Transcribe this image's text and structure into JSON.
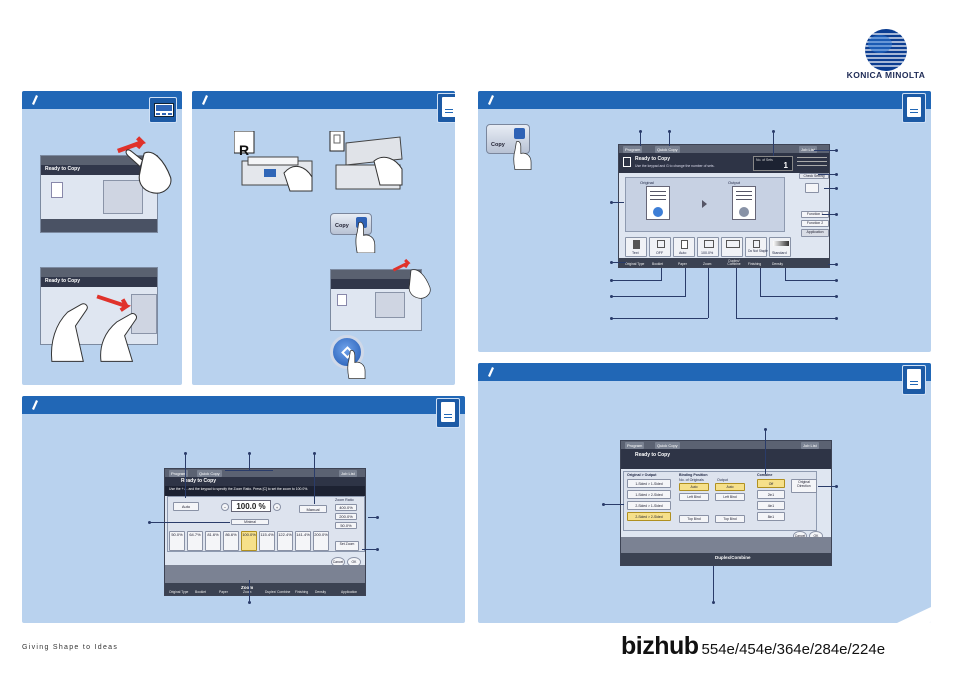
{
  "brand": {
    "company": "KONICA MINOLTA",
    "slogan": "Giving Shape to Ideas",
    "model_brand": "bizhub",
    "model_numbers": "554e/454e/364e/284e/224e"
  },
  "colors": {
    "panel_bg": "#b9d2ee",
    "panel_header": "#2167b6",
    "accent_yellow": "#f6e08a"
  },
  "panels": [
    {
      "id": "panel-1",
      "icon": "pencil-icon",
      "badge_icon": "keyboard-panel-icon"
    },
    {
      "id": "panel-2",
      "icon": "pencil-icon",
      "badge_icon": "document-icon"
    },
    {
      "id": "panel-3",
      "icon": "pencil-icon",
      "badge_icon": "document-icon"
    },
    {
      "id": "panel-4",
      "icon": "pencil-icon",
      "badge_icon": "document-icon"
    },
    {
      "id": "panel-5",
      "icon": "pencil-icon",
      "badge_icon": "document-icon"
    }
  ],
  "hardware": {
    "original_marker": "R",
    "copy_button": "Copy"
  },
  "main_screen": {
    "tabs": [
      "Program",
      "Quick Copy",
      "Job List"
    ],
    "title": "Ready to Copy",
    "subtitle": "Use the keypad and G to change the number of sets.",
    "num_sets_label": "No. of Sets",
    "num_sets": "1",
    "check_setting": "Check Setting",
    "original_label": "Original",
    "output_label": "Output",
    "function_1": "Function 1",
    "function_2": "Function 2",
    "application": "Application",
    "buttons": [
      {
        "top": "Text",
        "bottom": "Original Type"
      },
      {
        "top": "OFF",
        "bottom": "Booklet"
      },
      {
        "top": "Auto",
        "bottom": "Paper"
      },
      {
        "top": "100.0%",
        "bottom": "Zoom"
      },
      {
        "top": "",
        "bottom": "Duplex/ Combine"
      },
      {
        "top": "Do Not Staple",
        "bottom": "Finishing"
      },
      {
        "top": "Standard",
        "bottom": "Density"
      }
    ]
  },
  "zoom_screen": {
    "tabs": [
      "Program",
      "Quick Copy",
      "Job List"
    ],
    "title": "Ready to Copy",
    "instruction": "Use the + / - and the keypad to specify the Zoom Ratio. Press [C] to set the zoom to 100.0%.",
    "auto": "Auto",
    "zoom_value": "100.0 %",
    "minimal": "Minimal",
    "manual": "Manual",
    "zoom_ratio_label": "Zoom Ratio",
    "zoom_ratios": [
      "400.0%",
      "200.0%",
      "50.0%"
    ],
    "preset_ratios": [
      "50.0%",
      "64.7%",
      "81.6%",
      "86.6%",
      "100.0%",
      "115.4%",
      "122.4%",
      "141.4%",
      "200.0%"
    ],
    "set_zoom": "Set Zoom",
    "cancel": "Cancel",
    "ok": "OK",
    "bottom_labels": [
      "Original Type",
      "Booklet",
      "Paper",
      "Zoom",
      "Duplex/ Combine",
      "Finishing",
      "Density",
      "Application"
    ],
    "caption": "Zoom"
  },
  "duplex_screen": {
    "tabs": [
      "Program",
      "Quick Copy",
      "Job List"
    ],
    "title": "Ready to Copy",
    "original_output": "Original > Output",
    "options": [
      "1-Sided > 1-Sided",
      "1-Sided > 2-Sided",
      "2-Sided > 1-Sided",
      "2-Sided > 2-Sided"
    ],
    "binding_position": "Binding Position",
    "no_of_originals": "No. of Originals",
    "output": "Output",
    "binding_options": [
      "Auto",
      "Left Bind",
      "Top Bind"
    ],
    "combine": "Combine",
    "combine_options": [
      "Off",
      "2in1",
      "4in1",
      "8in1"
    ],
    "original_direction": "Original Direction",
    "cancel": "Cancel",
    "ok": "OK",
    "caption": "Duplex/Combine"
  }
}
